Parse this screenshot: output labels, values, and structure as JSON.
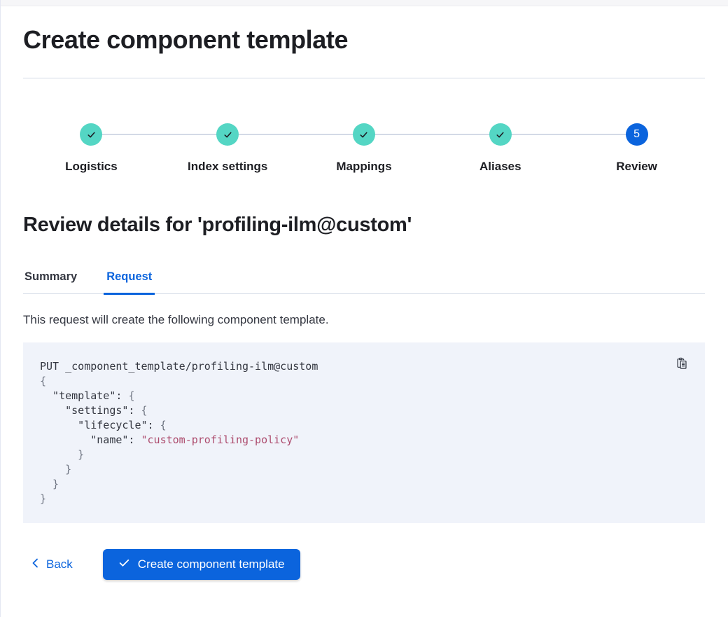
{
  "page": {
    "title": "Create component template"
  },
  "colors": {
    "primary": "#0B64DD",
    "step_complete": "#54D6C4",
    "heading_text": "#1D1E23",
    "body_text": "#343741",
    "border": "#D3DAE6",
    "code_background": "#F0F3FA",
    "code_punctuation": "#717784",
    "code_string": "#AD4C6E"
  },
  "steps": [
    {
      "label": "Logistics",
      "status": "complete",
      "icon": "check-icon"
    },
    {
      "label": "Index settings",
      "status": "complete",
      "icon": "check-icon"
    },
    {
      "label": "Mappings",
      "status": "complete",
      "icon": "check-icon"
    },
    {
      "label": "Aliases",
      "status": "complete",
      "icon": "check-icon"
    },
    {
      "label": "Review",
      "status": "current",
      "number": "5"
    }
  ],
  "review": {
    "heading": "Review details for 'profiling-ilm@custom'",
    "tabs": [
      {
        "label": "Summary",
        "active": false
      },
      {
        "label": "Request",
        "active": true
      }
    ],
    "description": "This request will create the following component template.",
    "code": {
      "copy_icon": "copy-clipboard-icon",
      "lines": [
        [
          {
            "c": "p",
            "t": "PUT _component_template/profiling-ilm@custom"
          }
        ],
        [
          {
            "c": "b",
            "t": "{"
          }
        ],
        [
          {
            "c": "p",
            "t": "  \"template\": "
          },
          {
            "c": "b",
            "t": "{"
          }
        ],
        [
          {
            "c": "p",
            "t": "    \"settings\": "
          },
          {
            "c": "b",
            "t": "{"
          }
        ],
        [
          {
            "c": "p",
            "t": "      \"lifecycle\": "
          },
          {
            "c": "b",
            "t": "{"
          }
        ],
        [
          {
            "c": "p",
            "t": "        \"name\": "
          },
          {
            "c": "s",
            "t": "\"custom-profiling-policy\""
          }
        ],
        [
          {
            "c": "b",
            "t": "      }"
          }
        ],
        [
          {
            "c": "b",
            "t": "    }"
          }
        ],
        [
          {
            "c": "b",
            "t": "  }"
          }
        ],
        [
          {
            "c": "b",
            "t": "}"
          }
        ]
      ]
    }
  },
  "footer": {
    "back_label": "Back",
    "back_icon": "chevron-left-icon",
    "submit_label": "Create component template",
    "submit_icon": "check-icon"
  }
}
